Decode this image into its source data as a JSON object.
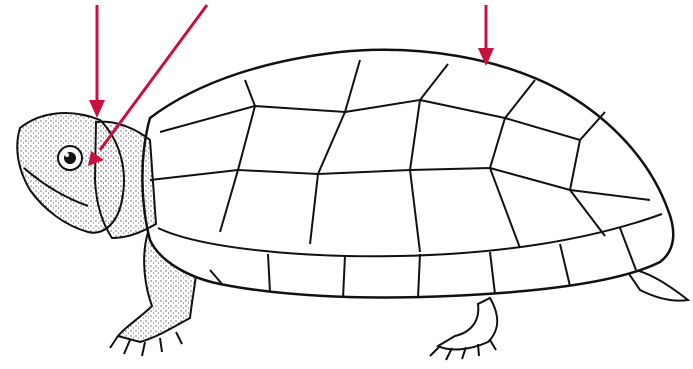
{
  "diagram": {
    "subject": "turtle-line-drawing",
    "colors": {
      "arrow": "#c8103e",
      "outline": "#111111",
      "background": "#ffffff",
      "stipple": "#222222"
    },
    "arrows": [
      {
        "name": "arrow-neck",
        "points_to": "neck"
      },
      {
        "name": "arrow-eye",
        "points_to": "eye"
      },
      {
        "name": "arrow-carapace-top",
        "points_to": "carapace"
      }
    ]
  }
}
